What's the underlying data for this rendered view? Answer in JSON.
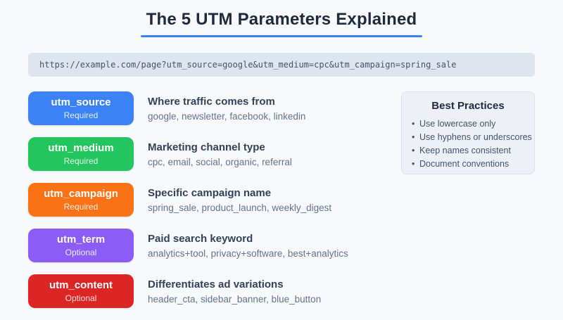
{
  "header": {
    "title": "The 5 UTM Parameters Explained",
    "accent_color": "#3b82f6"
  },
  "url_bar": {
    "url": "https://example.com/page?utm_source=google&utm_medium=cpc&utm_campaign=spring_sale"
  },
  "cards": [
    {
      "name": "utm_source",
      "requirement": "Required",
      "color": "#3b82f6",
      "description": "Where traffic comes from",
      "examples": "google, newsletter, facebook, linkedin"
    },
    {
      "name": "utm_medium",
      "requirement": "Required",
      "color": "#22c55e",
      "description": "Marketing channel type",
      "examples": "cpc, email, social, organic, referral"
    },
    {
      "name": "utm_campaign",
      "requirement": "Required",
      "color": "#f97316",
      "description": "Specific campaign name",
      "examples": "spring_sale, product_launch, weekly_digest"
    },
    {
      "name": "utm_term",
      "requirement": "Optional",
      "color": "#8b5cf6",
      "description": "Paid search keyword",
      "examples": "analytics+tool, privacy+software, best+analytics"
    },
    {
      "name": "utm_content",
      "requirement": "Optional",
      "color": "#dc2626",
      "description": "Differentiates ad variations",
      "examples": "header_cta, sidebar_banner, blue_button"
    }
  ],
  "best_practices": {
    "title": "Best Practices",
    "items": [
      "Use lowercase only",
      "Use hyphens or underscores",
      "Keep names consistent",
      "Document conventions"
    ]
  }
}
